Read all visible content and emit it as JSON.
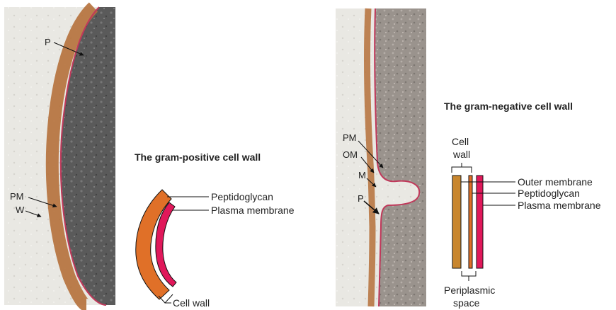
{
  "gram_positive": {
    "title": "The gram-positive cell wall",
    "micrograph_labels": {
      "P": "P",
      "PM": "PM",
      "W": "W"
    },
    "diagram_labels": {
      "peptidoglycan": "Peptidoglycan",
      "plasma_membrane": "Plasma membrane",
      "cell_wall": "Cell wall"
    }
  },
  "gram_negative": {
    "title": "The gram-negative cell wall",
    "micrograph_labels": {
      "PM": "PM",
      "OM": "OM",
      "M": "M",
      "P": "P"
    },
    "diagram_labels": {
      "cell": "Cell",
      "wall": "wall",
      "outer_membrane": "Outer membrane",
      "peptidoglycan": "Peptidoglycan",
      "plasma_membrane": "Plasma membrane",
      "periplasmic": "Periplasmic",
      "space": "space"
    }
  },
  "colors": {
    "peptidoglycan": "#e07028",
    "plasma_membrane": "#e0185a",
    "outer_membrane": "#c8862e",
    "cytoplasm": "#555555",
    "wall_brown": "#b5703a"
  }
}
